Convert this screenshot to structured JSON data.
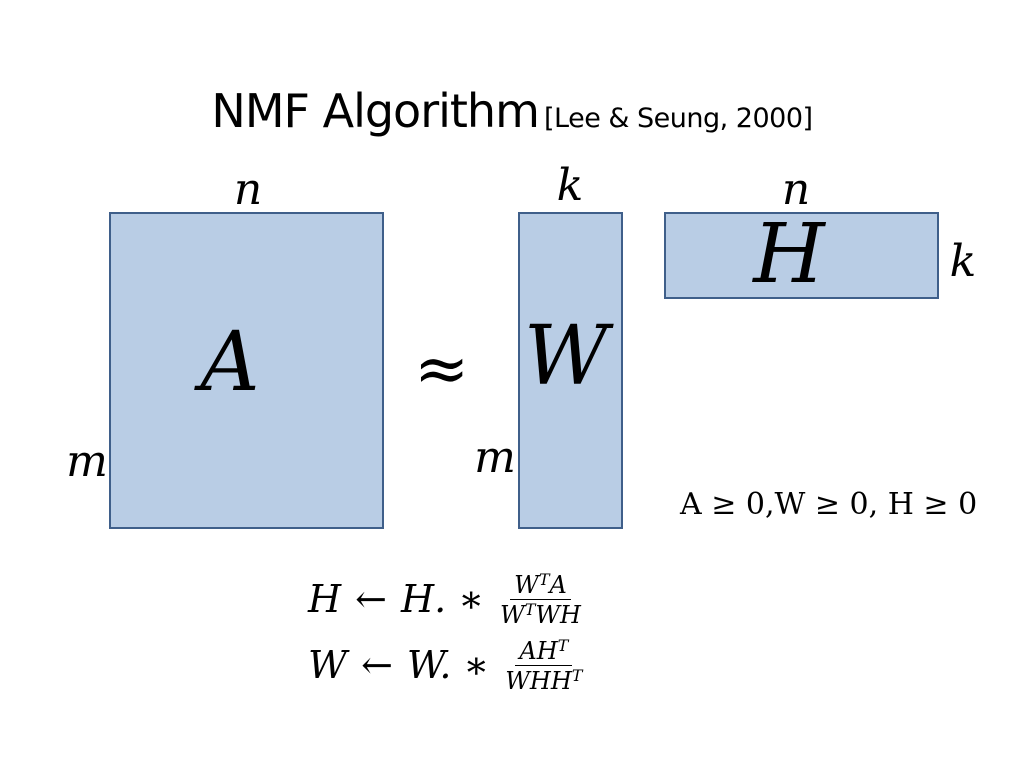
{
  "title": {
    "main": "NMF Algorithm",
    "citation": "[Lee & Seung, 2000]"
  },
  "matrices": {
    "A": {
      "name": "A",
      "rows": "m",
      "cols": "n"
    },
    "W": {
      "name": "W",
      "rows": "m",
      "cols": "k"
    },
    "H": {
      "name": "H",
      "rows": "k",
      "cols": "n"
    }
  },
  "approx_symbol": "≈",
  "constraints": {
    "text": "A ≥ 0,W ≥ 0, H ≥ 0"
  },
  "update_rules": {
    "h": {
      "lhs": "H",
      "arrow": "←",
      "rhs": "H.",
      "star": "∗",
      "num": "W",
      "num_sup": "T",
      "num_rest": "A",
      "den": "W",
      "den_sup": "T",
      "den_rest": "WH"
    },
    "w": {
      "lhs": "W",
      "arrow": "←",
      "rhs": "W.",
      "star": "∗",
      "num": "AH",
      "num_sup": "T",
      "den": "WHH",
      "den_sup": "T"
    }
  }
}
